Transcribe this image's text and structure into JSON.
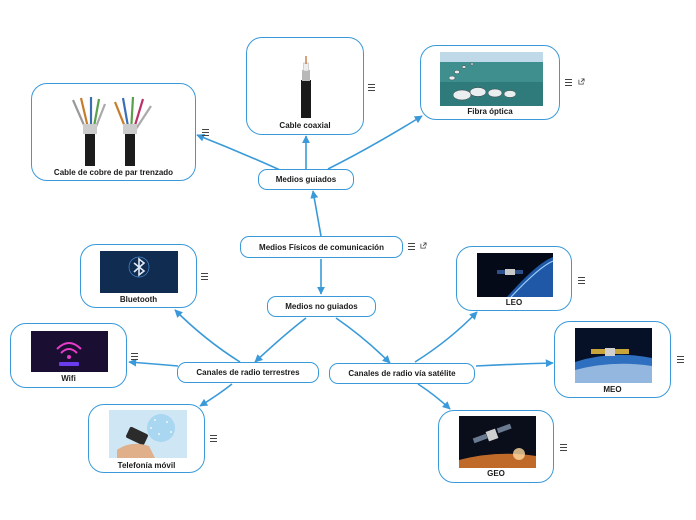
{
  "central": {
    "label": "Medios Físicos de comunicación"
  },
  "guided": {
    "label": "Medios guiados"
  },
  "unguided": {
    "label": "Medios no guiados"
  },
  "terrestrial": {
    "label": "Canales de radio terrestres"
  },
  "satellite": {
    "label": "Canales de radio vía satélite"
  },
  "twisted_pair": {
    "label": "Cable de cobre de par trenzado"
  },
  "coaxial": {
    "label": "Cable coaxial"
  },
  "fiber": {
    "label": "Fibra óptica"
  },
  "bluetooth": {
    "label": "Bluetooth"
  },
  "wifi": {
    "label": "Wifi"
  },
  "mobile": {
    "label": "Telefonía móvil"
  },
  "leo": {
    "label": "LEO"
  },
  "meo": {
    "label": "MEO"
  },
  "geo": {
    "label": "GEO"
  },
  "colors": {
    "link": "#3a9ad9",
    "border": "#3a9ad9",
    "text": "#1a1a1a"
  },
  "icons": {
    "note": "notes-icon",
    "link": "external-link-icon"
  }
}
